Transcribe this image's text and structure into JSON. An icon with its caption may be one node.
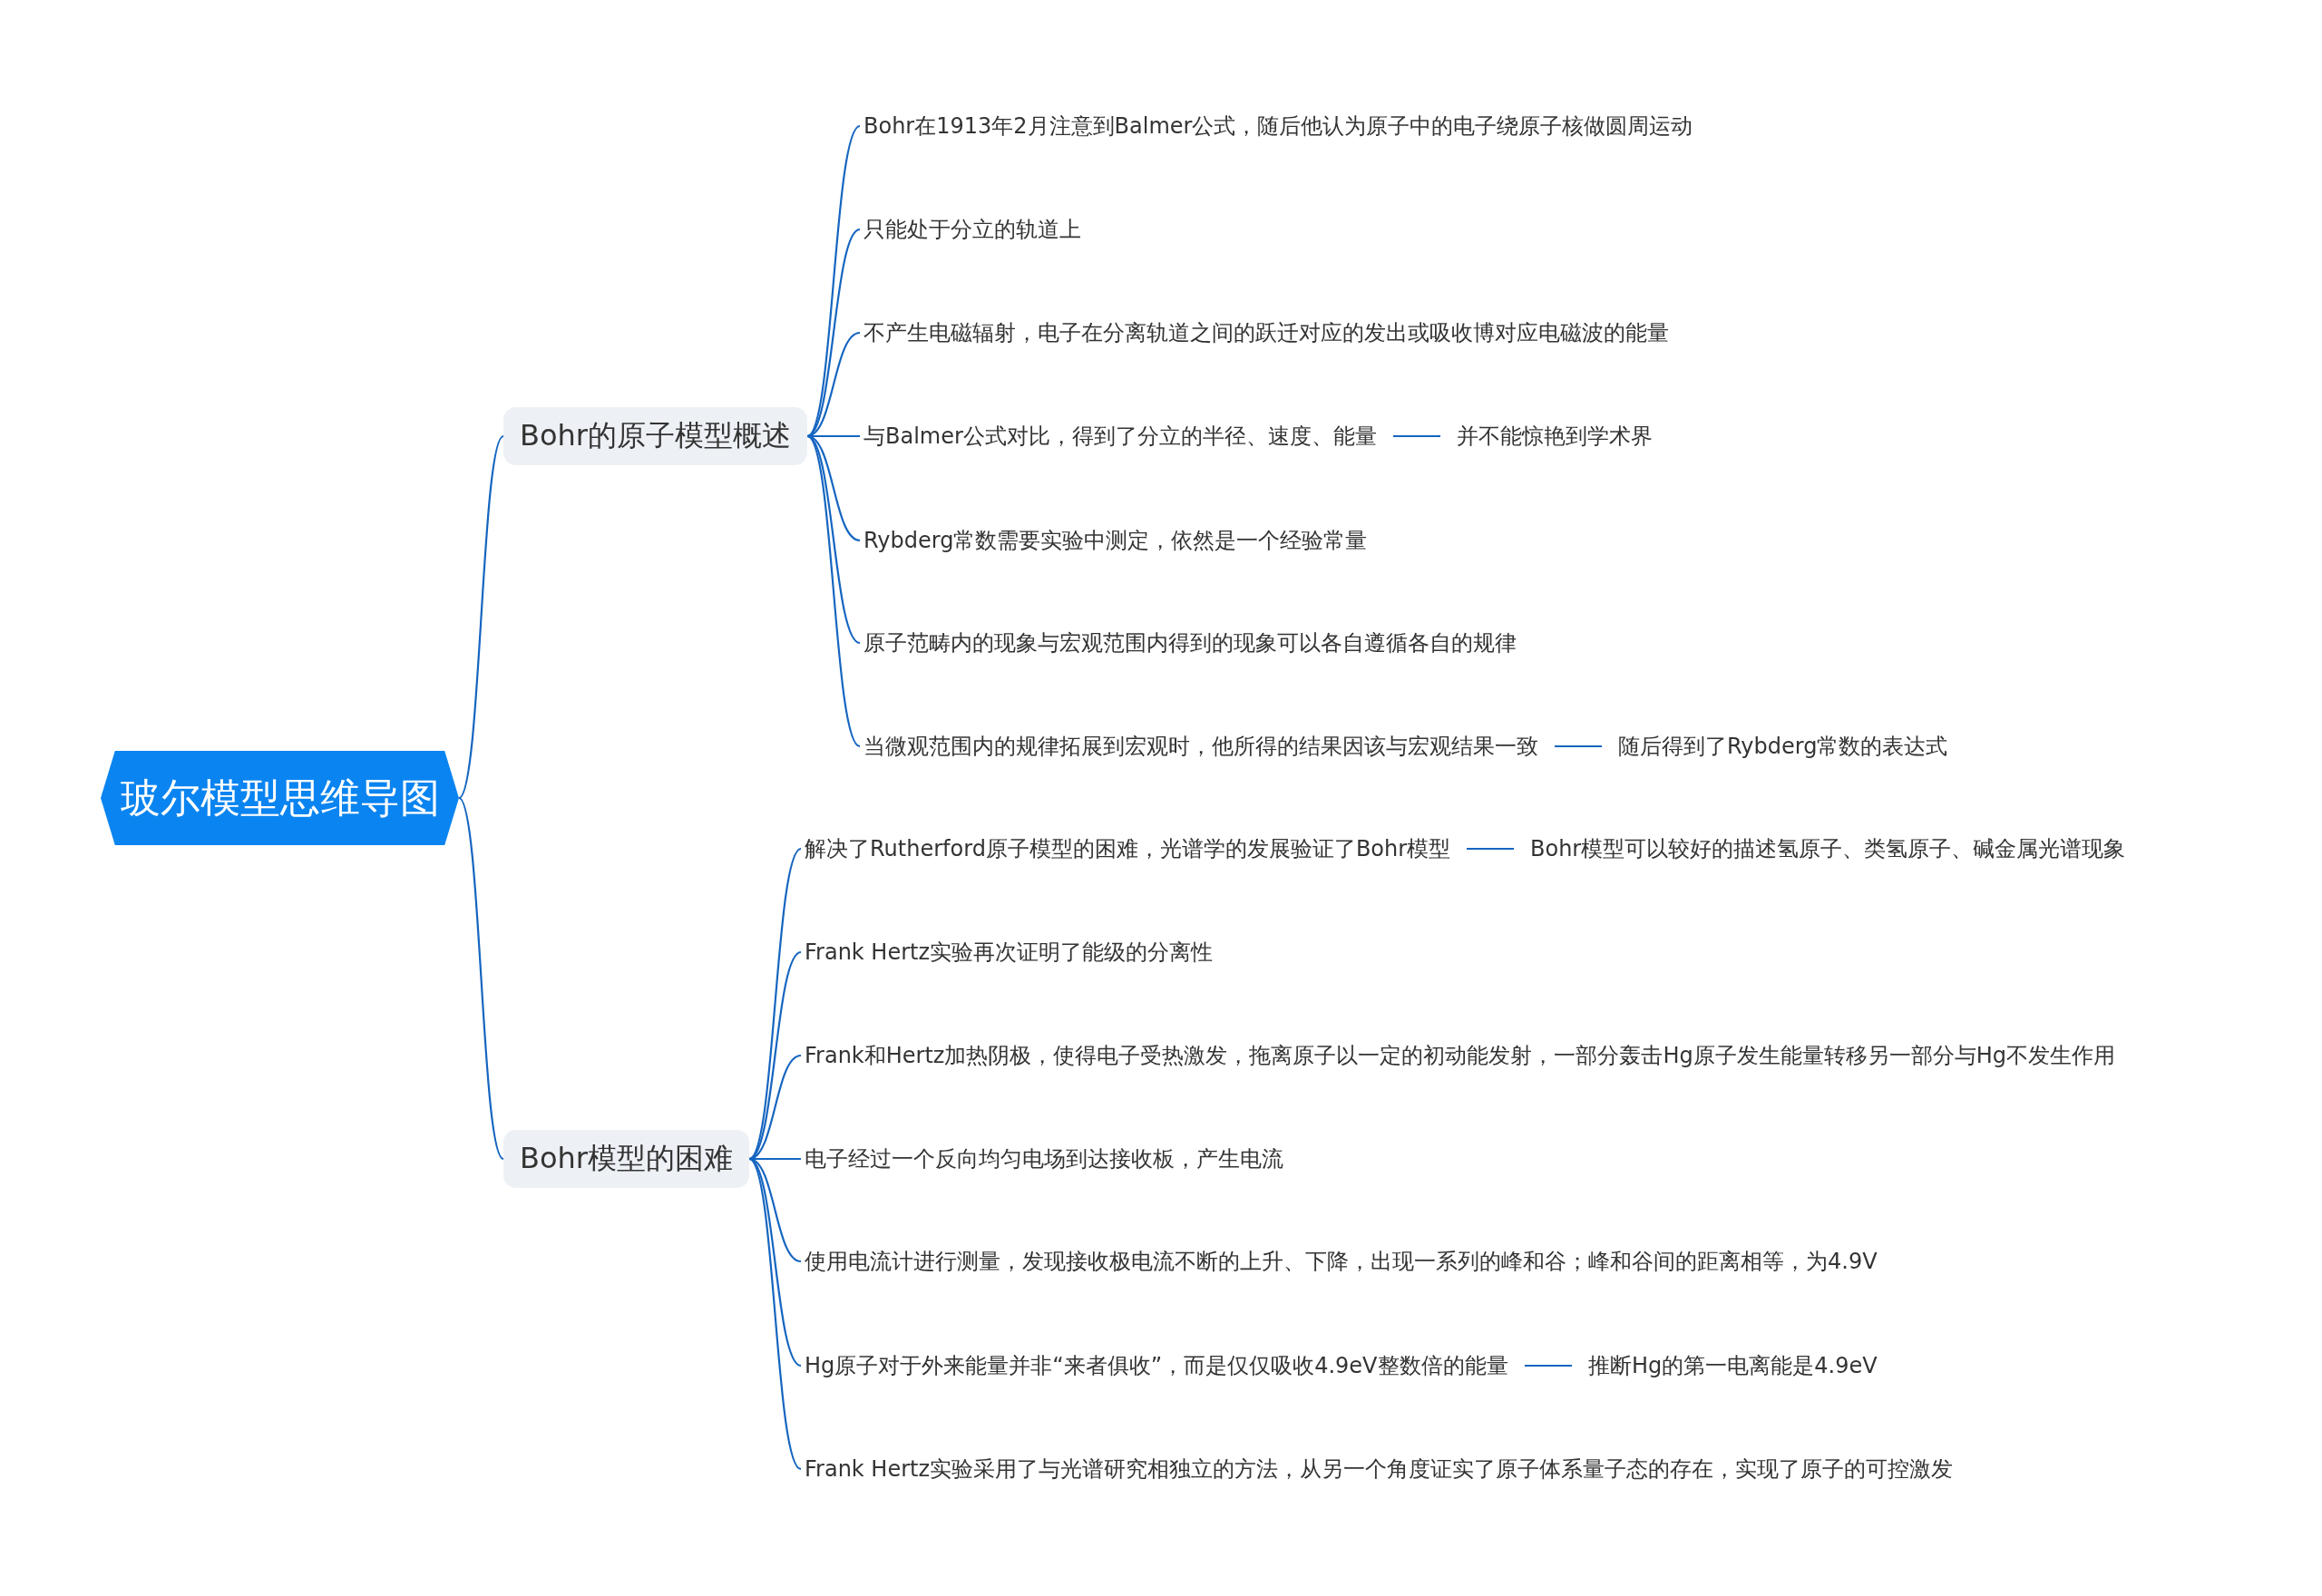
{
  "diagram": {
    "nodes": [
      {
        "text": [
          "玻尔模型思维导图"
        ]
      },
      {
        "text": [
          "Bohr的原子模型概述"
        ]
      },
      {
        "text": [
          "Bohr在1913年2月注意到Balmer公式，随后他认为原子中的电子绕原子核做圆周运动"
        ]
      },
      {
        "text": [
          "只能处于分立的轨道上"
        ]
      },
      {
        "text": [
          "不产生电磁辐射，电子在分离轨道之间的跃迁对应的发出或吸收博对应电磁波的能量"
        ]
      },
      {
        "text": [
          "与Balmer公式对比，得到了分立的半径、速度、能量"
        ]
      },
      {
        "text": [
          "并不能惊艳到学术界"
        ]
      },
      {
        "text": [
          "Rybderg常数需要实验中测定，依然是一个经验常量"
        ]
      },
      {
        "text": [
          "原子范畴内的现象与宏观范围内得到的现象可以各自遵循各自的规律"
        ]
      },
      {
        "text": [
          "当微观范围内的规律拓展到宏观时，他所得的结果因该与宏观结果一致"
        ]
      },
      {
        "text": [
          "随后得到了Rybderg常数的表达式"
        ]
      },
      {
        "text": [
          "Bohr模型的困难"
        ]
      },
      {
        "text": [
          "解决了Rutherford原子模型的困难，光谱学的发展验证了Bohr模型"
        ]
      },
      {
        "text": [
          "Bohr模型可以较好的描述氢原子、类氢原子、碱金属光谱现象"
        ]
      },
      {
        "text": [
          "Frank Hertz实验再次证明了能级的分离性"
        ]
      },
      {
        "text": [
          "Frank和Hertz加热阴极，使得电子受热激发，拖离原子以一定的初动能发射，一部分轰击Hg原子发生能量转移另一部分与Hg不发生作用"
        ]
      },
      {
        "text": [
          "电子经过一个反向均匀电场到达接收板，产生电流"
        ]
      },
      {
        "text": [
          "使用电流计进行测量，发现接收极电流不断的上升、下降，出现一系列的峰和谷；峰和谷间的距离相等，为4.9V"
        ]
      },
      {
        "text": [
          "Hg原子对于外来能量并非“来者俱收”，而是仅仅吸收4.9eV整数倍的能量"
        ]
      },
      {
        "text": [
          "推断Hg的第一电离能是4.9eV"
        ]
      },
      {
        "text": [
          "Frank Hertz实验采用了与光谱研究相独立的方法，从另一个角度证实了原子体系量子态的存在，实现了原子的可控激发"
        ]
      }
    ],
    "edges": [
      {
        "from": 0,
        "to": 1,
        "arrow": "none"
      },
      {
        "from": 1,
        "to": 2,
        "arrow": "none"
      },
      {
        "from": 1,
        "to": 3,
        "arrow": "none"
      },
      {
        "from": 1,
        "to": 4,
        "arrow": "none"
      },
      {
        "from": 1,
        "to": 5,
        "arrow": "none"
      },
      {
        "from": 5,
        "to": 6,
        "arrow": "none"
      },
      {
        "from": 1,
        "to": 7,
        "arrow": "none"
      },
      {
        "from": 1,
        "to": 8,
        "arrow": "none"
      },
      {
        "from": 1,
        "to": 9,
        "arrow": "none"
      },
      {
        "from": 9,
        "to": 10,
        "arrow": "none"
      },
      {
        "from": 0,
        "to": 11,
        "arrow": "none"
      },
      {
        "from": 11,
        "to": 12,
        "arrow": "none"
      },
      {
        "from": 12,
        "to": 13,
        "arrow": "none"
      },
      {
        "from": 11,
        "to": 14,
        "arrow": "none"
      },
      {
        "from": 11,
        "to": 15,
        "arrow": "none"
      },
      {
        "from": 11,
        "to": 16,
        "arrow": "none"
      },
      {
        "from": 11,
        "to": 17,
        "arrow": "none"
      },
      {
        "from": 11,
        "to": 18,
        "arrow": "none"
      },
      {
        "from": 18,
        "to": 19,
        "arrow": "none"
      },
      {
        "from": 11,
        "to": 20,
        "arrow": "none"
      }
    ]
  }
}
